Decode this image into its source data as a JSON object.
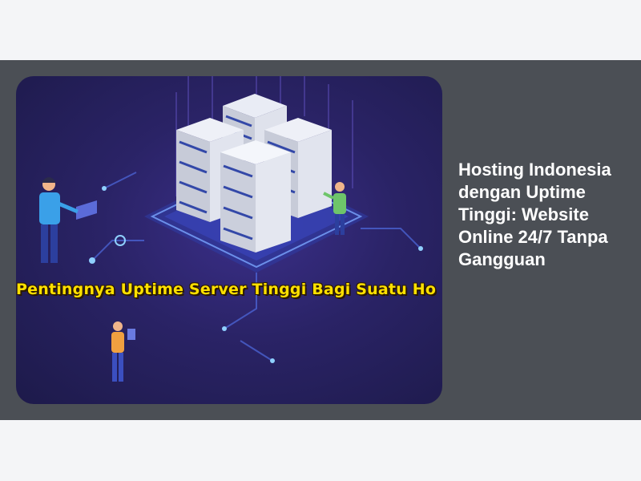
{
  "article": {
    "title": "Hosting Indonesia dengan Uptime Tinggi: Website Online 24/7 Tanpa Gangguan",
    "image_banner_text": "Pentingnya Uptime Server Tinggi Bagi Suatu Ho",
    "image_icon": "server-illustration"
  },
  "colors": {
    "card_background": "#4b4f55",
    "page_background": "#f4f5f7",
    "image_background": "#2a2366",
    "banner_text": "#ffe000"
  }
}
